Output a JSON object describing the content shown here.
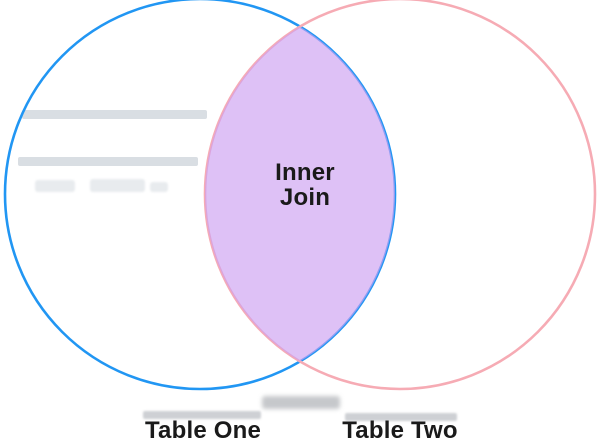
{
  "diagram": {
    "intersection_label": "Inner\nJoin",
    "left_circle_label": "Table One",
    "right_circle_label": "Table Two",
    "colors": {
      "left_circle_stroke": "#2196f3",
      "right_circle_stroke": "#f6abb4",
      "intersection_fill": "rgba(205,161,242,0.66)",
      "text": "#1a1a1a"
    }
  }
}
